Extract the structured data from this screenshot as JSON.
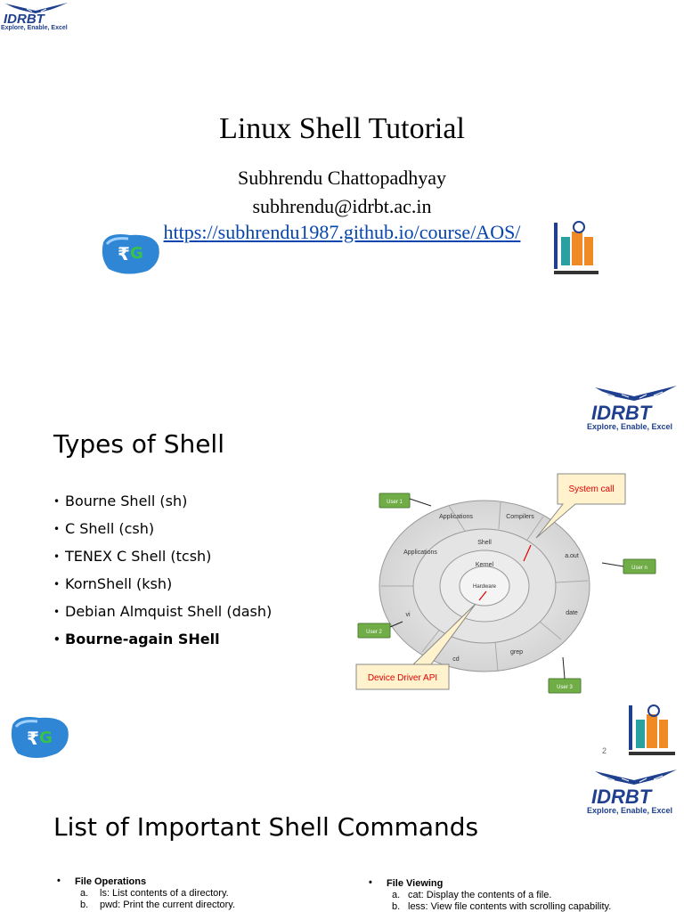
{
  "colors": {
    "idrbt_blue": "#1f3f8f",
    "link_blue": "#0645ad",
    "callout_fill": "#fff2cc",
    "callout_red": "#e00000",
    "user_green": "#70ad47"
  },
  "logo": {
    "text": "IDRBT",
    "tagline": "Explore, Enable, Excel"
  },
  "slide1": {
    "title": "Linux Shell Tutorial",
    "author": "Subhrendu Chattopadhyay",
    "email": "subhrendu@idrbt.ac.in",
    "url": "https://subhrendu1987.github.io/course/AOS/",
    "icons": [
      "rupee-g-logo-icon",
      "innovation-lab-logo-icon"
    ]
  },
  "slide2": {
    "title": "Types of Shell",
    "bullets": [
      "Bourne Shell (sh)",
      "C Shell (csh)",
      "TENEX C Shell (tcsh)",
      "KornShell (ksh)",
      "Debian Almquist Shell (dash)",
      "Bourne-again SHell"
    ],
    "page_number": "2",
    "diagram": {
      "callout_top": "System call",
      "callout_bottom": "Device Driver API",
      "users": [
        "User 1",
        "User n",
        "User 2",
        "User 3"
      ],
      "ring_labels": [
        "Applications",
        "Compilers",
        "Applications",
        "a.out",
        "date",
        "grep",
        "cd",
        "vi"
      ],
      "shell": "Shell",
      "kernel": "Kernel",
      "hardware": "Hardware"
    }
  },
  "slide3": {
    "title": "List of Important Shell Commands",
    "left_heading": "File Operations",
    "left_items": [
      {
        "letter": "a.",
        "text": "ls: List contents of a directory."
      },
      {
        "letter": "b.",
        "text": "pwd: Print the current directory."
      }
    ],
    "right_heading": "File Viewing",
    "right_items": [
      {
        "letter": "a.",
        "text": "cat: Display the contents of a file."
      },
      {
        "letter": "b.",
        "text": "less: View file contents with scrolling capability."
      }
    ]
  }
}
